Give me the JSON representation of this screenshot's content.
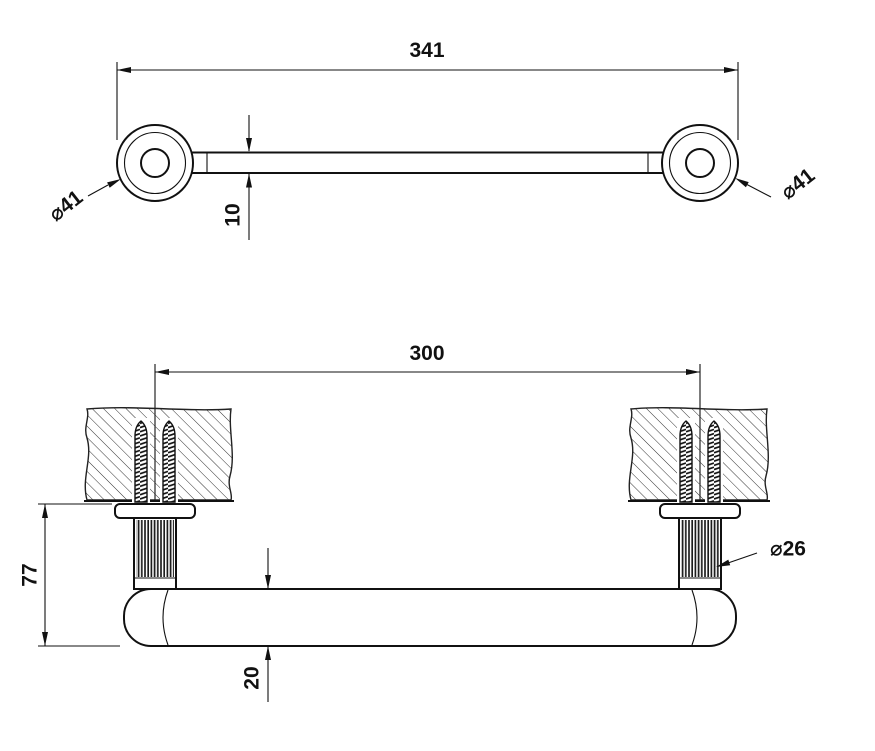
{
  "front_view": {
    "overall_length": "341",
    "bar_thickness": "10",
    "flange_diameter_left": "⌀41",
    "flange_diameter_right": "⌀41"
  },
  "section_view": {
    "mount_spacing": "300",
    "wall_to_bar_height": "77",
    "bar_height": "20",
    "post_diameter": "⌀26"
  },
  "colors": {
    "line": "#111111",
    "background": "#ffffff"
  }
}
